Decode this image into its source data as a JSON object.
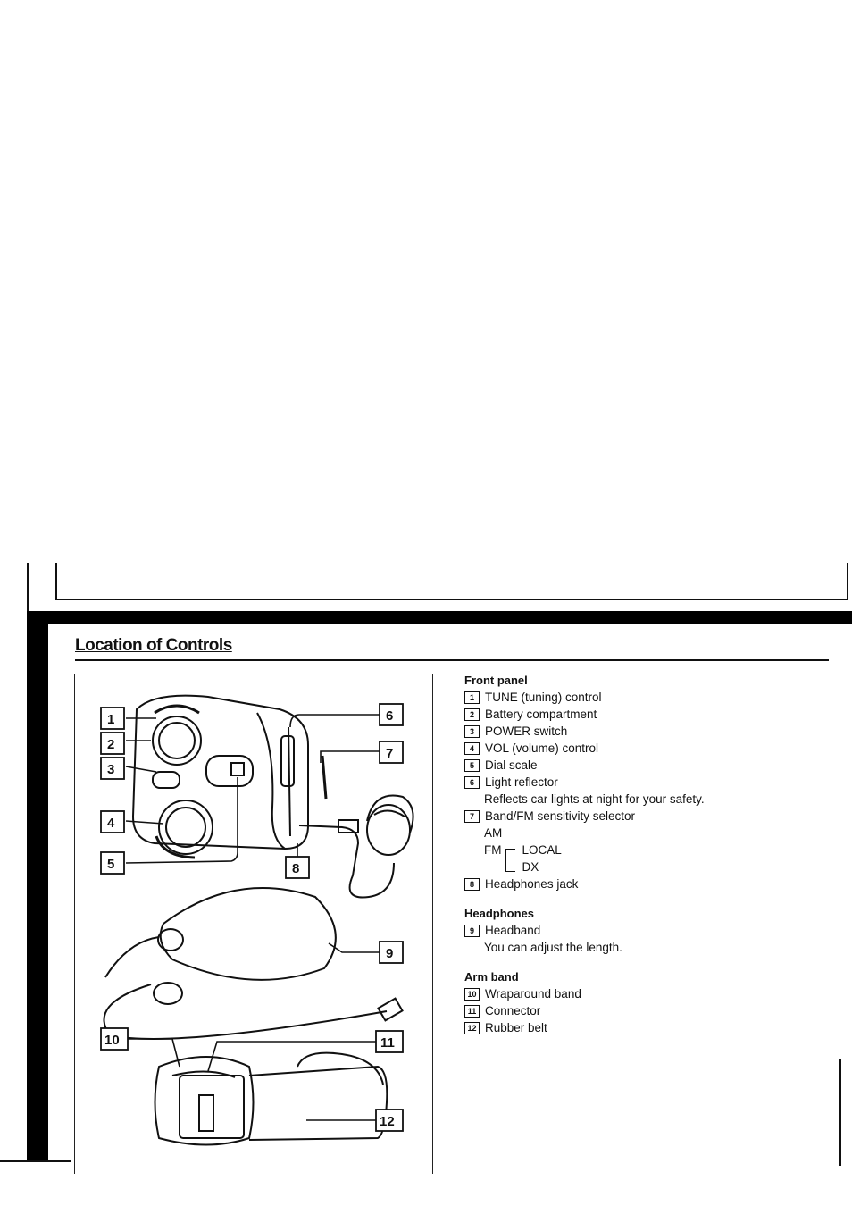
{
  "page": {
    "title": "Location of Controls"
  },
  "figure": {
    "callouts": [
      "1",
      "2",
      "3",
      "4",
      "5",
      "6",
      "7",
      "8",
      "9",
      "10",
      "11",
      "12"
    ]
  },
  "sections": [
    {
      "heading": "Front panel",
      "items": [
        {
          "num": "1",
          "label": "TUNE (tuning) control"
        },
        {
          "num": "2",
          "label": "Battery compartment"
        },
        {
          "num": "3",
          "label": "POWER switch"
        },
        {
          "num": "4",
          "label": "VOL (volume) control"
        },
        {
          "num": "5",
          "label": "Dial scale"
        },
        {
          "num": "6",
          "label": "Light reflector",
          "note": "Reflects car lights at night for your safety."
        },
        {
          "num": "7",
          "label": "Band/FM sensitivity selector"
        },
        {
          "num": "8",
          "label": "Headphones jack"
        }
      ],
      "selector": {
        "am": "AM",
        "fm": "FM",
        "local": "LOCAL",
        "dx": "DX"
      }
    },
    {
      "heading": "Headphones",
      "items": [
        {
          "num": "9",
          "label": "Headband",
          "note": "You can adjust the length."
        }
      ]
    },
    {
      "heading": "Arm band",
      "items": [
        {
          "num": "10",
          "label": "Wraparound band"
        },
        {
          "num": "11",
          "label": "Connector"
        },
        {
          "num": "12",
          "label": "Rubber belt"
        }
      ]
    }
  ]
}
